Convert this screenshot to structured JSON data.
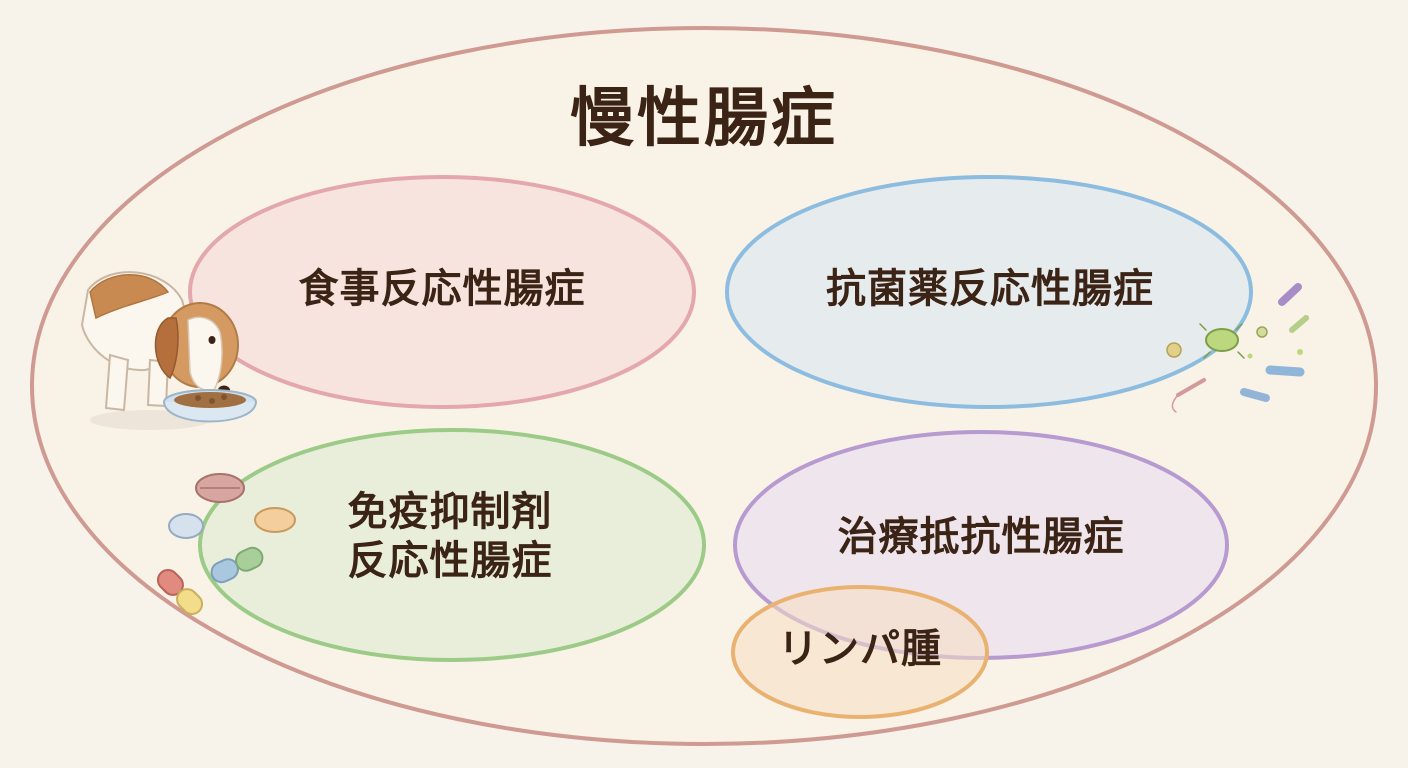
{
  "diagram": {
    "title": "慢性腸症",
    "categories": {
      "food_responsive": "食事反応性腸症",
      "antibiotic_responsive": "抗菌薬反応性腸症",
      "immunosuppressant_responsive": [
        "免疫抑制剤",
        "反応性腸症"
      ],
      "treatment_refractory": "治療抵抗性腸症",
      "lymphoma": "リンパ腫"
    }
  },
  "colors": {
    "outer": "#cf9a92",
    "food": "#e3a7ad",
    "antibiotic": "#8cbcdf",
    "immunosuppressant": "#9ccb87",
    "refractory": "#b79ad0",
    "lymphoma": "#e9b270",
    "text": "#3b2416"
  },
  "icons": [
    "dog-eating-icon",
    "bacteria-icon",
    "pills-icon"
  ]
}
